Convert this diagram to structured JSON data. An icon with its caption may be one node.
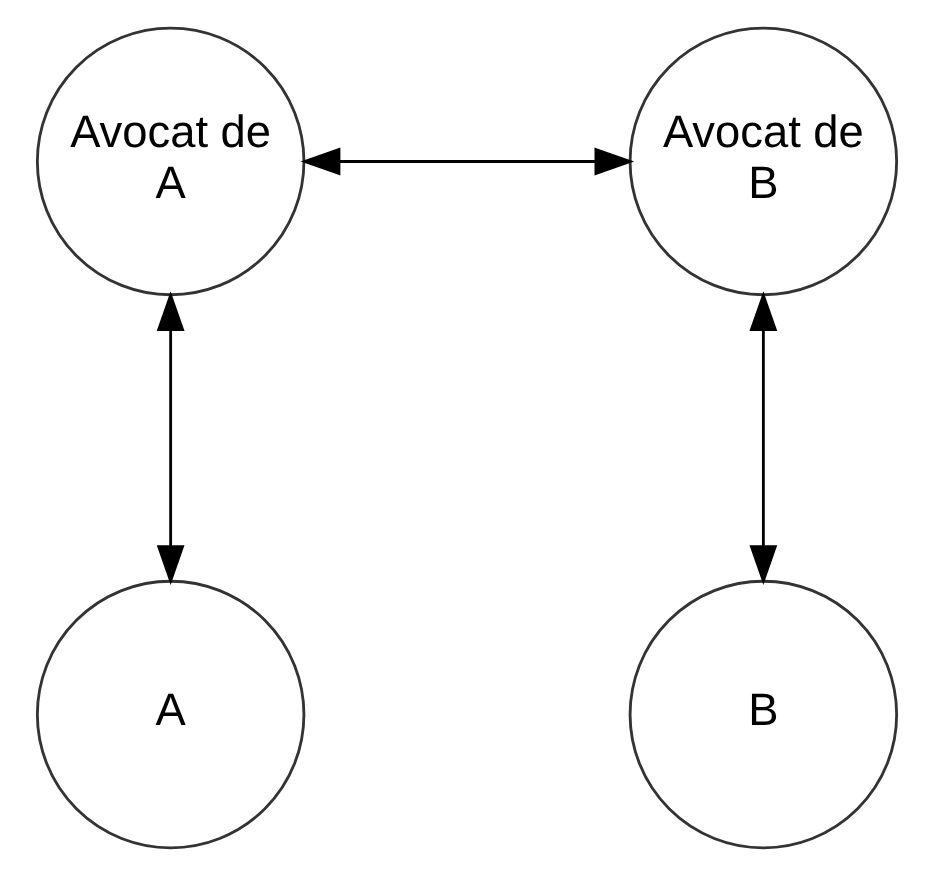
{
  "diagram": {
    "nodes": [
      {
        "text": [
          "Avocat de A"
        ]
      },
      {
        "text": [
          "Avocat de B"
        ]
      },
      {
        "text": [
          "A"
        ]
      },
      {
        "text": [
          "B"
        ]
      }
    ],
    "edges": [
      {
        "from": 0,
        "to": 1,
        "arrow": "both"
      },
      {
        "from": 0,
        "to": 2,
        "arrow": "both"
      },
      {
        "from": 1,
        "to": 3,
        "arrow": "both"
      }
    ]
  }
}
